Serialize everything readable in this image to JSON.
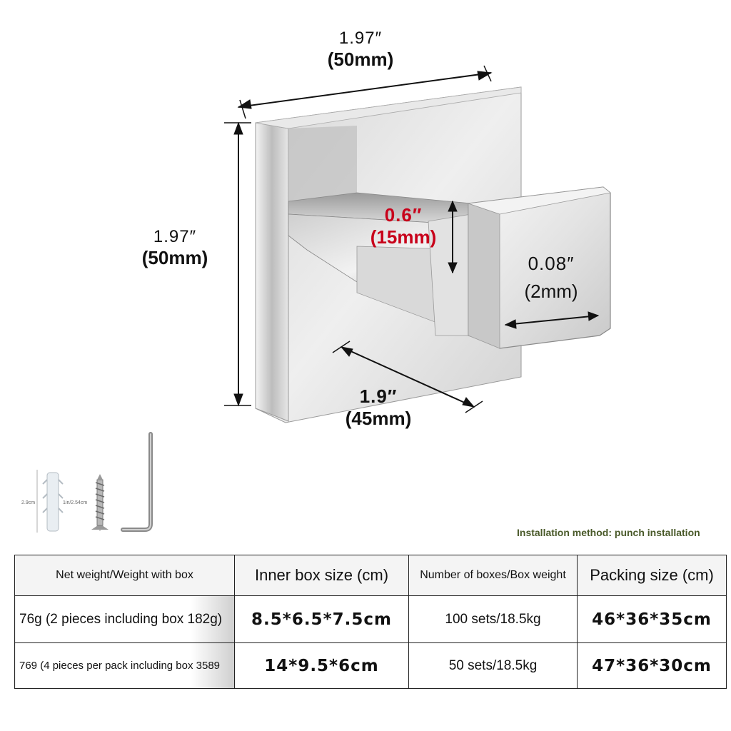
{
  "dimensions": {
    "width": {
      "inch": "1.97″",
      "mm": "(50mm)"
    },
    "height": {
      "inch": "1.97″",
      "mm": "(50mm)"
    },
    "hook_height": {
      "inch": "0.6″",
      "mm": "(15mm)"
    },
    "thickness": {
      "inch": "0.08″",
      "mm": "(2mm)"
    },
    "depth": {
      "inch": "1.9″",
      "mm": "(45mm)"
    }
  },
  "accessories": {
    "anchor_label": "2.9cm",
    "screw_label": "1in/2.54cm"
  },
  "installation_note": "Installation method: punch installation",
  "table": {
    "headers": [
      "Net weight/Weight with box",
      "Inner box size (cm)",
      "Number of boxes/Box weight",
      "Packing size (cm)"
    ],
    "rows": [
      [
        "76g (2 pieces including box 182g)",
        "8.5*6.5*7.5cm",
        "100 sets/18.5kg",
        "46*36*35cm"
      ],
      [
        "769 (4 pieces per pack including box 3589",
        "14*9.5*6cm",
        "50 sets/18.5kg",
        "47*36*30cm"
      ]
    ]
  }
}
